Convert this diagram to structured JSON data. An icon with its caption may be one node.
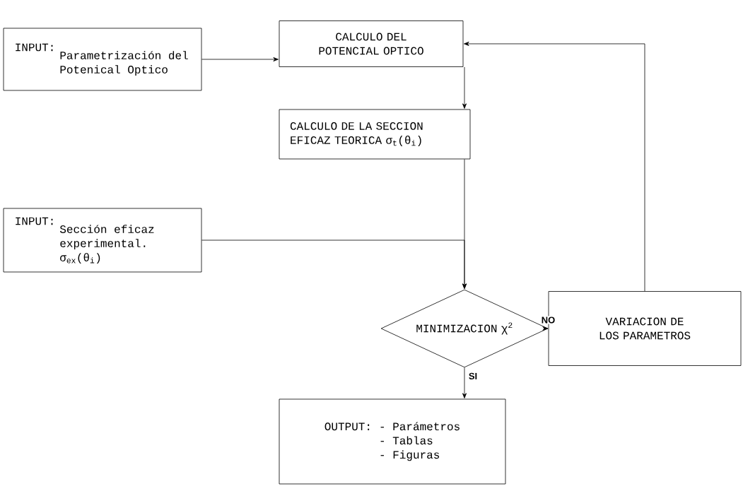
{
  "diagram": {
    "nodes": [
      {
        "text": [
          "INPUT:",
          "Parametrización del Potenical Optico"
        ]
      },
      {
        "text": [
          "CALCULO DEL POTENCIAL OPTICO"
        ]
      },
      {
        "text": [
          "CALCULO DE LA SECCION EFICAZ TEORICA σ$_{t}$(θ$_{i}$)"
        ]
      },
      {
        "text": [
          "INPUT:",
          "Sección eficaz experimental. σ$_{ex}$(θ$_{i}$)"
        ]
      },
      {
        "text": [
          "MINIMIZACION χ$^{2}$"
        ]
      },
      {
        "text": [
          "VARIACION DE LOS PARAMETROS"
        ]
      },
      {
        "text": [
          "OUTPUT:",
          "- Parámetros",
          "- Tablas",
          "- Figuras"
        ]
      }
    ],
    "edges": [
      {
        "from": 0,
        "to": 1,
        "arrow": "to"
      },
      {
        "from": 1,
        "to": 2,
        "arrow": "to"
      },
      {
        "from": 2,
        "to": 4,
        "arrow": "to"
      },
      {
        "from": 3,
        "to": 4,
        "arrow": "to"
      },
      {
        "from": 4,
        "to": 5,
        "arrow": "to",
        "label": "NO"
      },
      {
        "from": 5,
        "to": 1,
        "arrow": "to"
      },
      {
        "from": 4,
        "to": 6,
        "arrow": "to",
        "label": "SI"
      }
    ]
  }
}
